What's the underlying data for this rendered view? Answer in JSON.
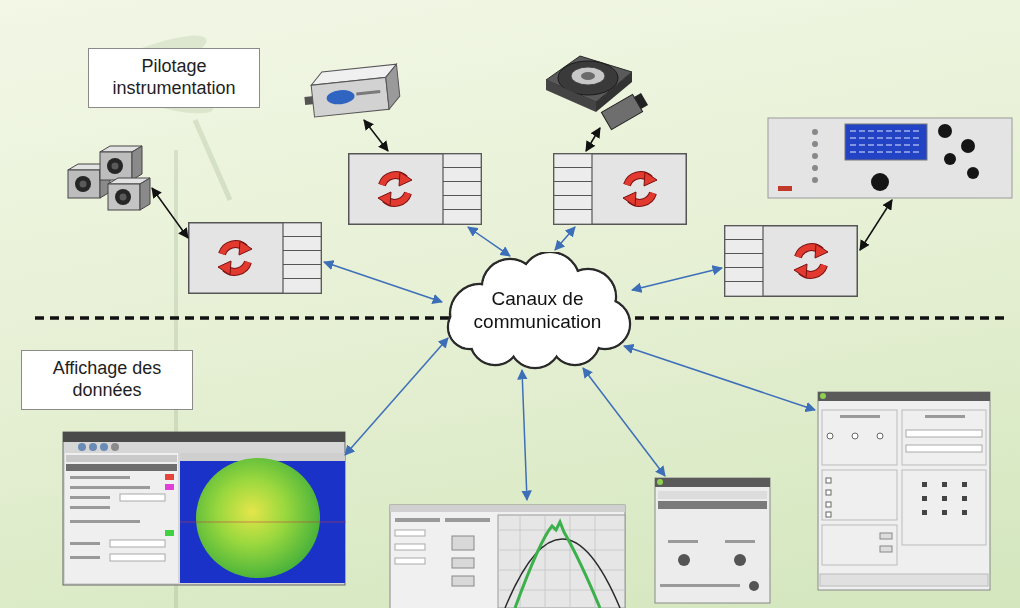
{
  "diagram": {
    "nodes": [
      {
        "text": [
          "Pilotage instrumentation"
        ]
      },
      {
        "text": [
          "Affichage des données"
        ]
      },
      {
        "text": [
          "Canaux de communication"
        ]
      }
    ]
  }
}
